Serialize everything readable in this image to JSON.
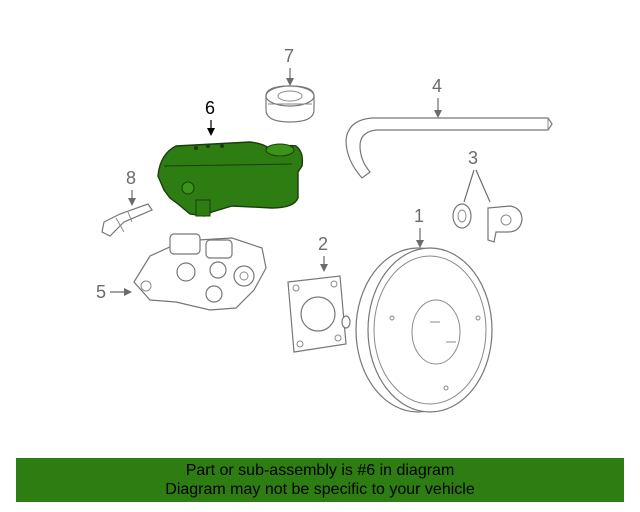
{
  "callouts": {
    "c1": "1",
    "c2": "2",
    "c3": "3",
    "c4": "4",
    "c5": "5",
    "c6": "6",
    "c7": "7",
    "c8": "8"
  },
  "highlight_color": "#2e7d12",
  "banner": {
    "line1": "Part or sub-assembly is #6 in diagram",
    "line2": "Diagram may not be specific to your vehicle"
  }
}
